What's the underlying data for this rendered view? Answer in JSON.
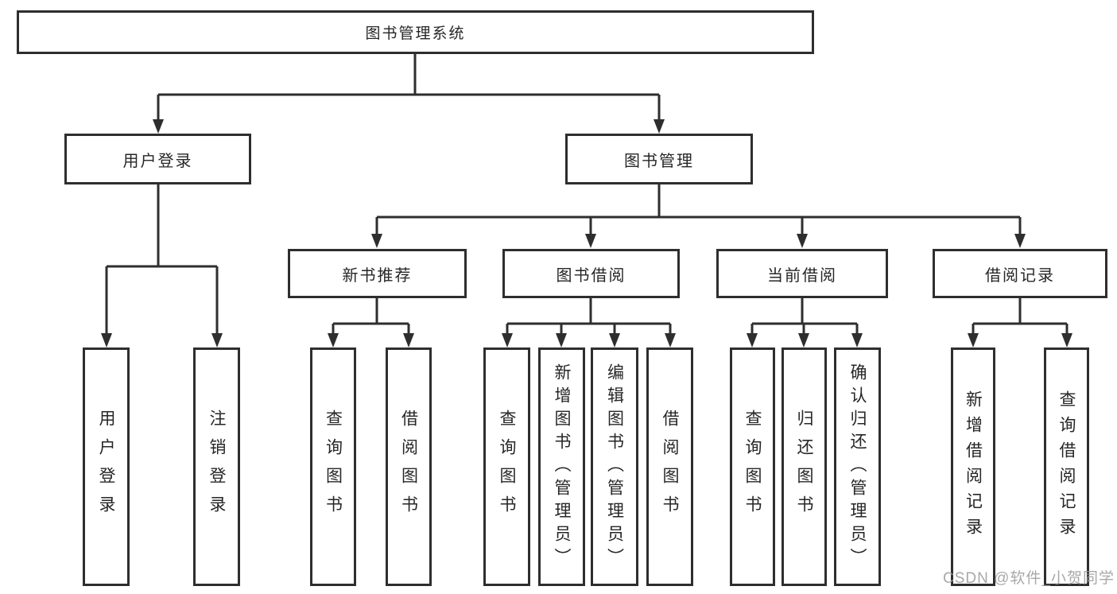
{
  "colors": {
    "line": "#2e2e2e",
    "box_border": "#2e2e2e",
    "text": "#262626",
    "background": "#ffffff",
    "watermark": "#999999"
  },
  "watermark": {
    "text": "CSDN @软件_小贺同学"
  },
  "nodes": {
    "root": {
      "label": "图书管理系统"
    },
    "user_login": {
      "label": "用户登录"
    },
    "book_management": {
      "label": "图书管理"
    },
    "new_book_recommend": {
      "label": "新书推荐"
    },
    "book_borrowing": {
      "label": "图书借阅"
    },
    "current_borrowing": {
      "label": "当前借阅"
    },
    "borrowing_records": {
      "label": "借阅记录"
    },
    "user_login_children": [
      {
        "label": "用户登录"
      },
      {
        "label": "注销登录"
      }
    ],
    "new_book_recommend_children": [
      {
        "label": "查询图书"
      },
      {
        "label": "借阅图书"
      }
    ],
    "book_borrowing_children": [
      {
        "label": "查询图书"
      },
      {
        "label": "新增图书（管理员）"
      },
      {
        "label": "编辑图书（管理员）"
      },
      {
        "label": "借阅图书"
      }
    ],
    "current_borrowing_children": [
      {
        "label": "查询图书"
      },
      {
        "label": "归还图书"
      },
      {
        "label": "确认归还（管理员）"
      }
    ],
    "borrowing_records_children": [
      {
        "label": "新增借阅记录"
      },
      {
        "label": "查询借阅记录"
      }
    ]
  }
}
